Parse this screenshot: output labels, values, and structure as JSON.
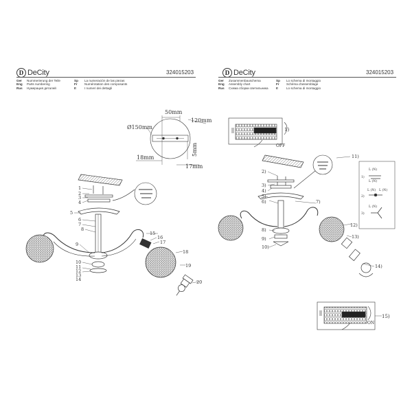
{
  "brand": {
    "mark": "D",
    "name": "DeCity"
  },
  "left_sheet": {
    "product_code": "324015203",
    "legend": [
      {
        "lang": "Ger",
        "text": "Nummerierung der Teile",
        "lang2": "Sp",
        "text2": "La numeración de las piezas"
      },
      {
        "lang": "Eng",
        "text": "Parts numbering",
        "lang2": "Fr",
        "text2": "Numérotation des composants"
      },
      {
        "lang": "Rus",
        "text": "Нумерация деталей",
        "lang2": "It",
        "text2": "I numeri dei dettagli"
      }
    ],
    "dimensions": {
      "width_top": "50mm",
      "height_top": "120mm",
      "diameter": "Ø150mm",
      "depth": "18mm",
      "side": "5mm",
      "bottom": "17mm"
    },
    "part_numbers": [
      "1",
      "2",
      "3",
      "4",
      "5",
      "6",
      "7",
      "8",
      "9",
      "10",
      "11",
      "12",
      "13",
      "14",
      "15",
      "16",
      "17",
      "18",
      "19",
      "20"
    ]
  },
  "right_sheet": {
    "product_code": "324015203",
    "legend": [
      {
        "lang": "Ger",
        "text": "Zusammenbauschema",
        "lang2": "Sp",
        "text2": "Lo schema di montaggio"
      },
      {
        "lang": "Eng",
        "text": "Assembly chart",
        "lang2": "Fr",
        "text2": "Schéma d'assemblage"
      },
      {
        "lang": "Rus",
        "text": "Схема сборки светильника",
        "lang2": "It",
        "text2": "Lo schema di montaggio"
      }
    ],
    "step_labels": [
      "1)",
      "2)",
      "3)",
      "4)",
      "5)",
      "6)",
      "7)",
      "8)",
      "9)",
      "10)",
      "11)",
      "12)",
      "13)",
      "14)",
      "15)"
    ],
    "switch_off": "OFF",
    "switch_on": "ON",
    "wiring_options": [
      {
        "index": "1)",
        "labels": [
          "L (N)",
          "L (N)"
        ]
      },
      {
        "index": "2)",
        "labels": [
          "L (N)",
          "L (N)"
        ]
      },
      {
        "index": "3)",
        "labels": [
          "L (N)"
        ]
      }
    ]
  }
}
